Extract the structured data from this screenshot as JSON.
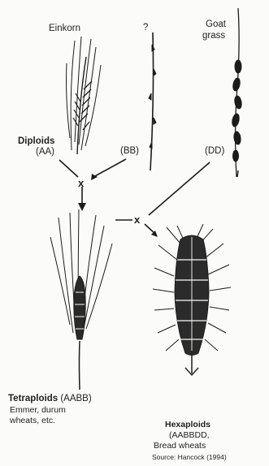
{
  "labels": {
    "einkorn": "Einkorn",
    "question": "?",
    "goat_grass_1": "Goat",
    "goat_grass_2": "grass",
    "diploids": "Diploids",
    "aa": "(AA)",
    "bb": "(BB)",
    "dd": "(DD)",
    "cross_1": "x",
    "cross_2": "x",
    "tetraploids_bold": "Tetraploids",
    "tetraploids_genome": "(AABB)",
    "tetraploids_desc_1": "Emmer, durum",
    "tetraploids_desc_2": "wheats, etc.",
    "hexaploids_bold": "Hexaploids",
    "hexaploids_genome": "(AABBDD,",
    "hexaploids_desc": "Bread wheats",
    "source": "Source: Hancock (1994)"
  },
  "colors": {
    "ink": "#1c1c1c",
    "background": "#fbfbf9"
  }
}
